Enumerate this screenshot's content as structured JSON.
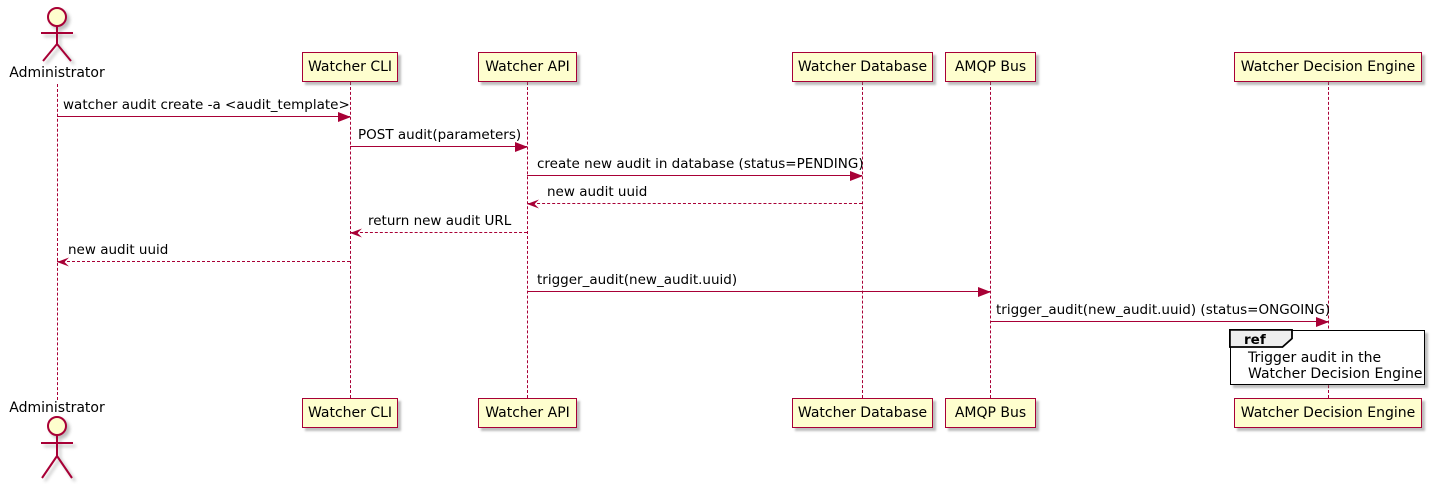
{
  "colors": {
    "line": "#a80036",
    "participant_fill": "#fefece",
    "participant_border": "#a80036",
    "text": "#000000",
    "ref_border": "#000000",
    "ref_tag_fill": "#eeeeee",
    "actor_head_fill": "#fefece"
  },
  "participants": [
    {
      "label": "Administrator",
      "type": "actor"
    },
    {
      "label": "Watcher CLI",
      "type": "box"
    },
    {
      "label": "Watcher API",
      "type": "box"
    },
    {
      "label": "Watcher Database",
      "type": "box"
    },
    {
      "label": "AMQP Bus",
      "type": "box"
    },
    {
      "label": "Watcher Decision Engine",
      "type": "box"
    }
  ],
  "messages": [
    {
      "label": "watcher audit create -a <audit_template>",
      "from": "Administrator",
      "to": "Watcher CLI",
      "line": "solid"
    },
    {
      "label": "POST audit(parameters)",
      "from": "Watcher CLI",
      "to": "Watcher API",
      "line": "solid"
    },
    {
      "label": "create new audit in database (status=PENDING)",
      "from": "Watcher API",
      "to": "Watcher Database",
      "line": "solid"
    },
    {
      "label": "new audit uuid",
      "from": "Watcher Database",
      "to": "Watcher API",
      "line": "dashed"
    },
    {
      "label": "return new audit URL",
      "from": "Watcher API",
      "to": "Watcher CLI",
      "line": "dashed"
    },
    {
      "label": "new audit uuid",
      "from": "Watcher CLI",
      "to": "Administrator",
      "line": "dashed"
    },
    {
      "label": "trigger_audit(new_audit.uuid)",
      "from": "Watcher API",
      "to": "AMQP Bus",
      "line": "solid"
    },
    {
      "label": "trigger_audit(new_audit.uuid) (status=ONGOING)",
      "from": "AMQP Bus",
      "to": "Watcher Decision Engine",
      "line": "solid"
    }
  ],
  "ref": {
    "tag": "ref",
    "line1": "Trigger audit in the",
    "line2": "Watcher Decision Engine"
  }
}
